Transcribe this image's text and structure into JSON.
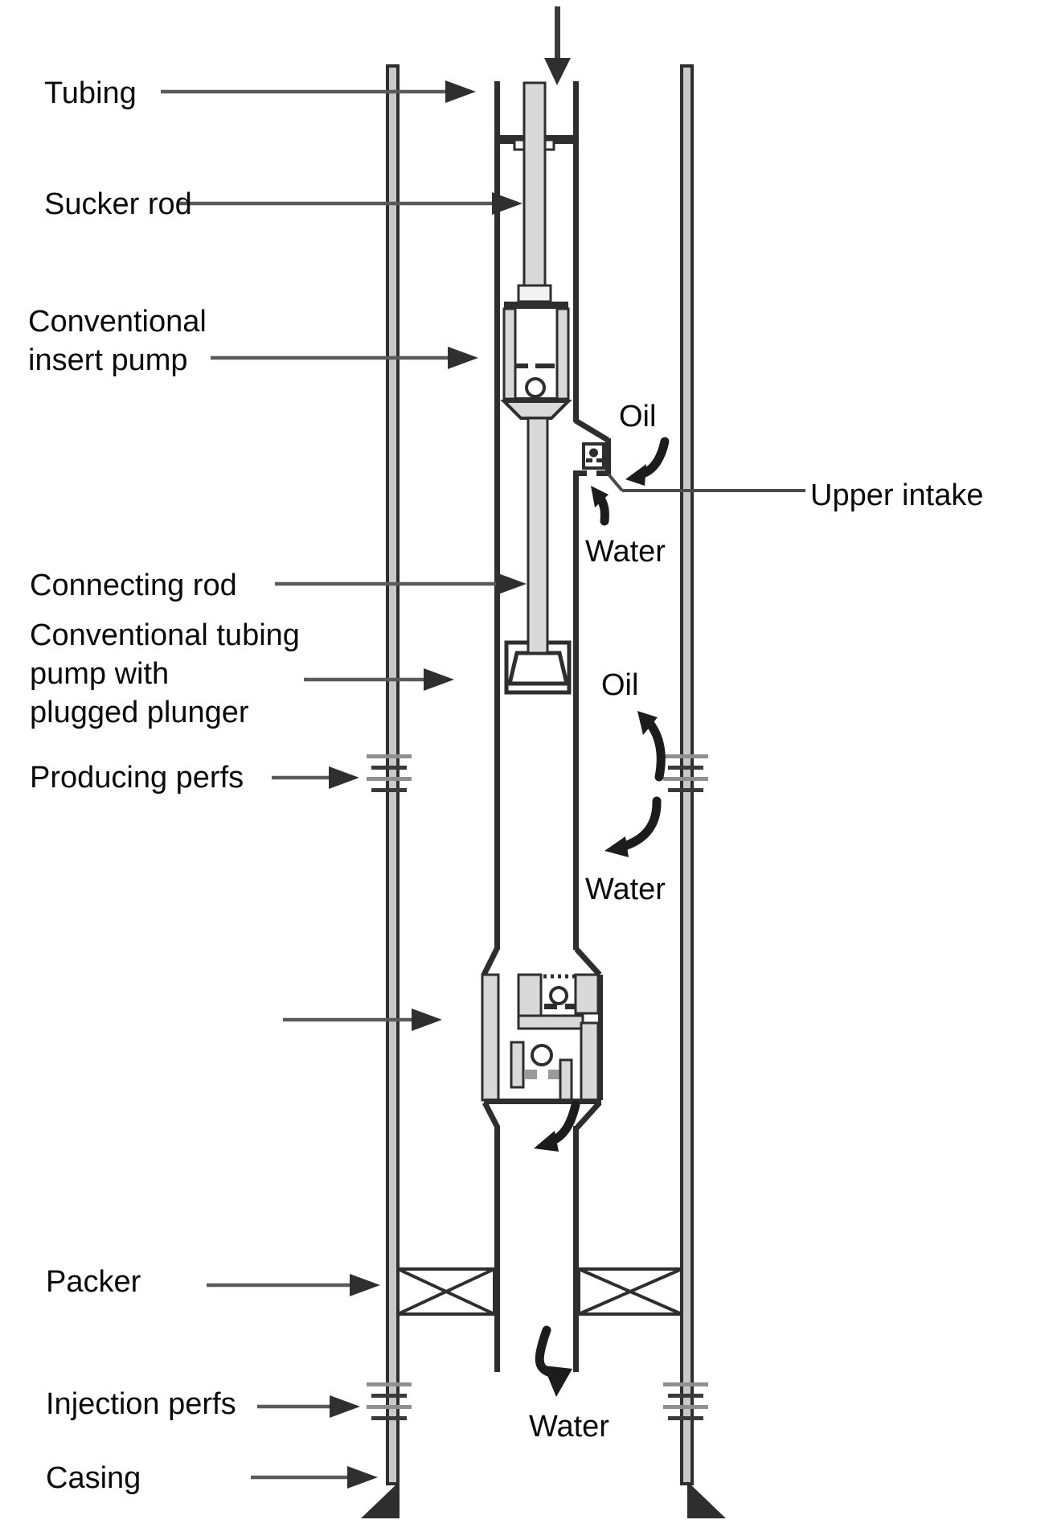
{
  "colors": {
    "line": "#2e2e2e",
    "light": "#d9d9d9",
    "casing": "#c9c9c9",
    "leader": "#5a5a5a",
    "leader-head": "#2f2f2f",
    "flow": "#1c1c1c",
    "text": "#0a0a0a",
    "bg": "#ffffff"
  },
  "labels": {
    "tubing": "Tubing",
    "sucker_rod": "Sucker rod",
    "insert_pump": "Conventional\ninsert pump",
    "connecting_rod": "Connecting rod",
    "tubing_pump": "Conventional tubing\npump with\nplugged plunger",
    "producing_perfs": "Producing perfs",
    "packer": "Packer",
    "injection_perfs": "Injection perfs",
    "casing": "Casing",
    "oil_upper": "Oil",
    "upper_intake": "Upper intake",
    "water_upper": "Water",
    "oil_mid": "Oil",
    "water_mid": "Water",
    "water_bottom": "Water"
  }
}
